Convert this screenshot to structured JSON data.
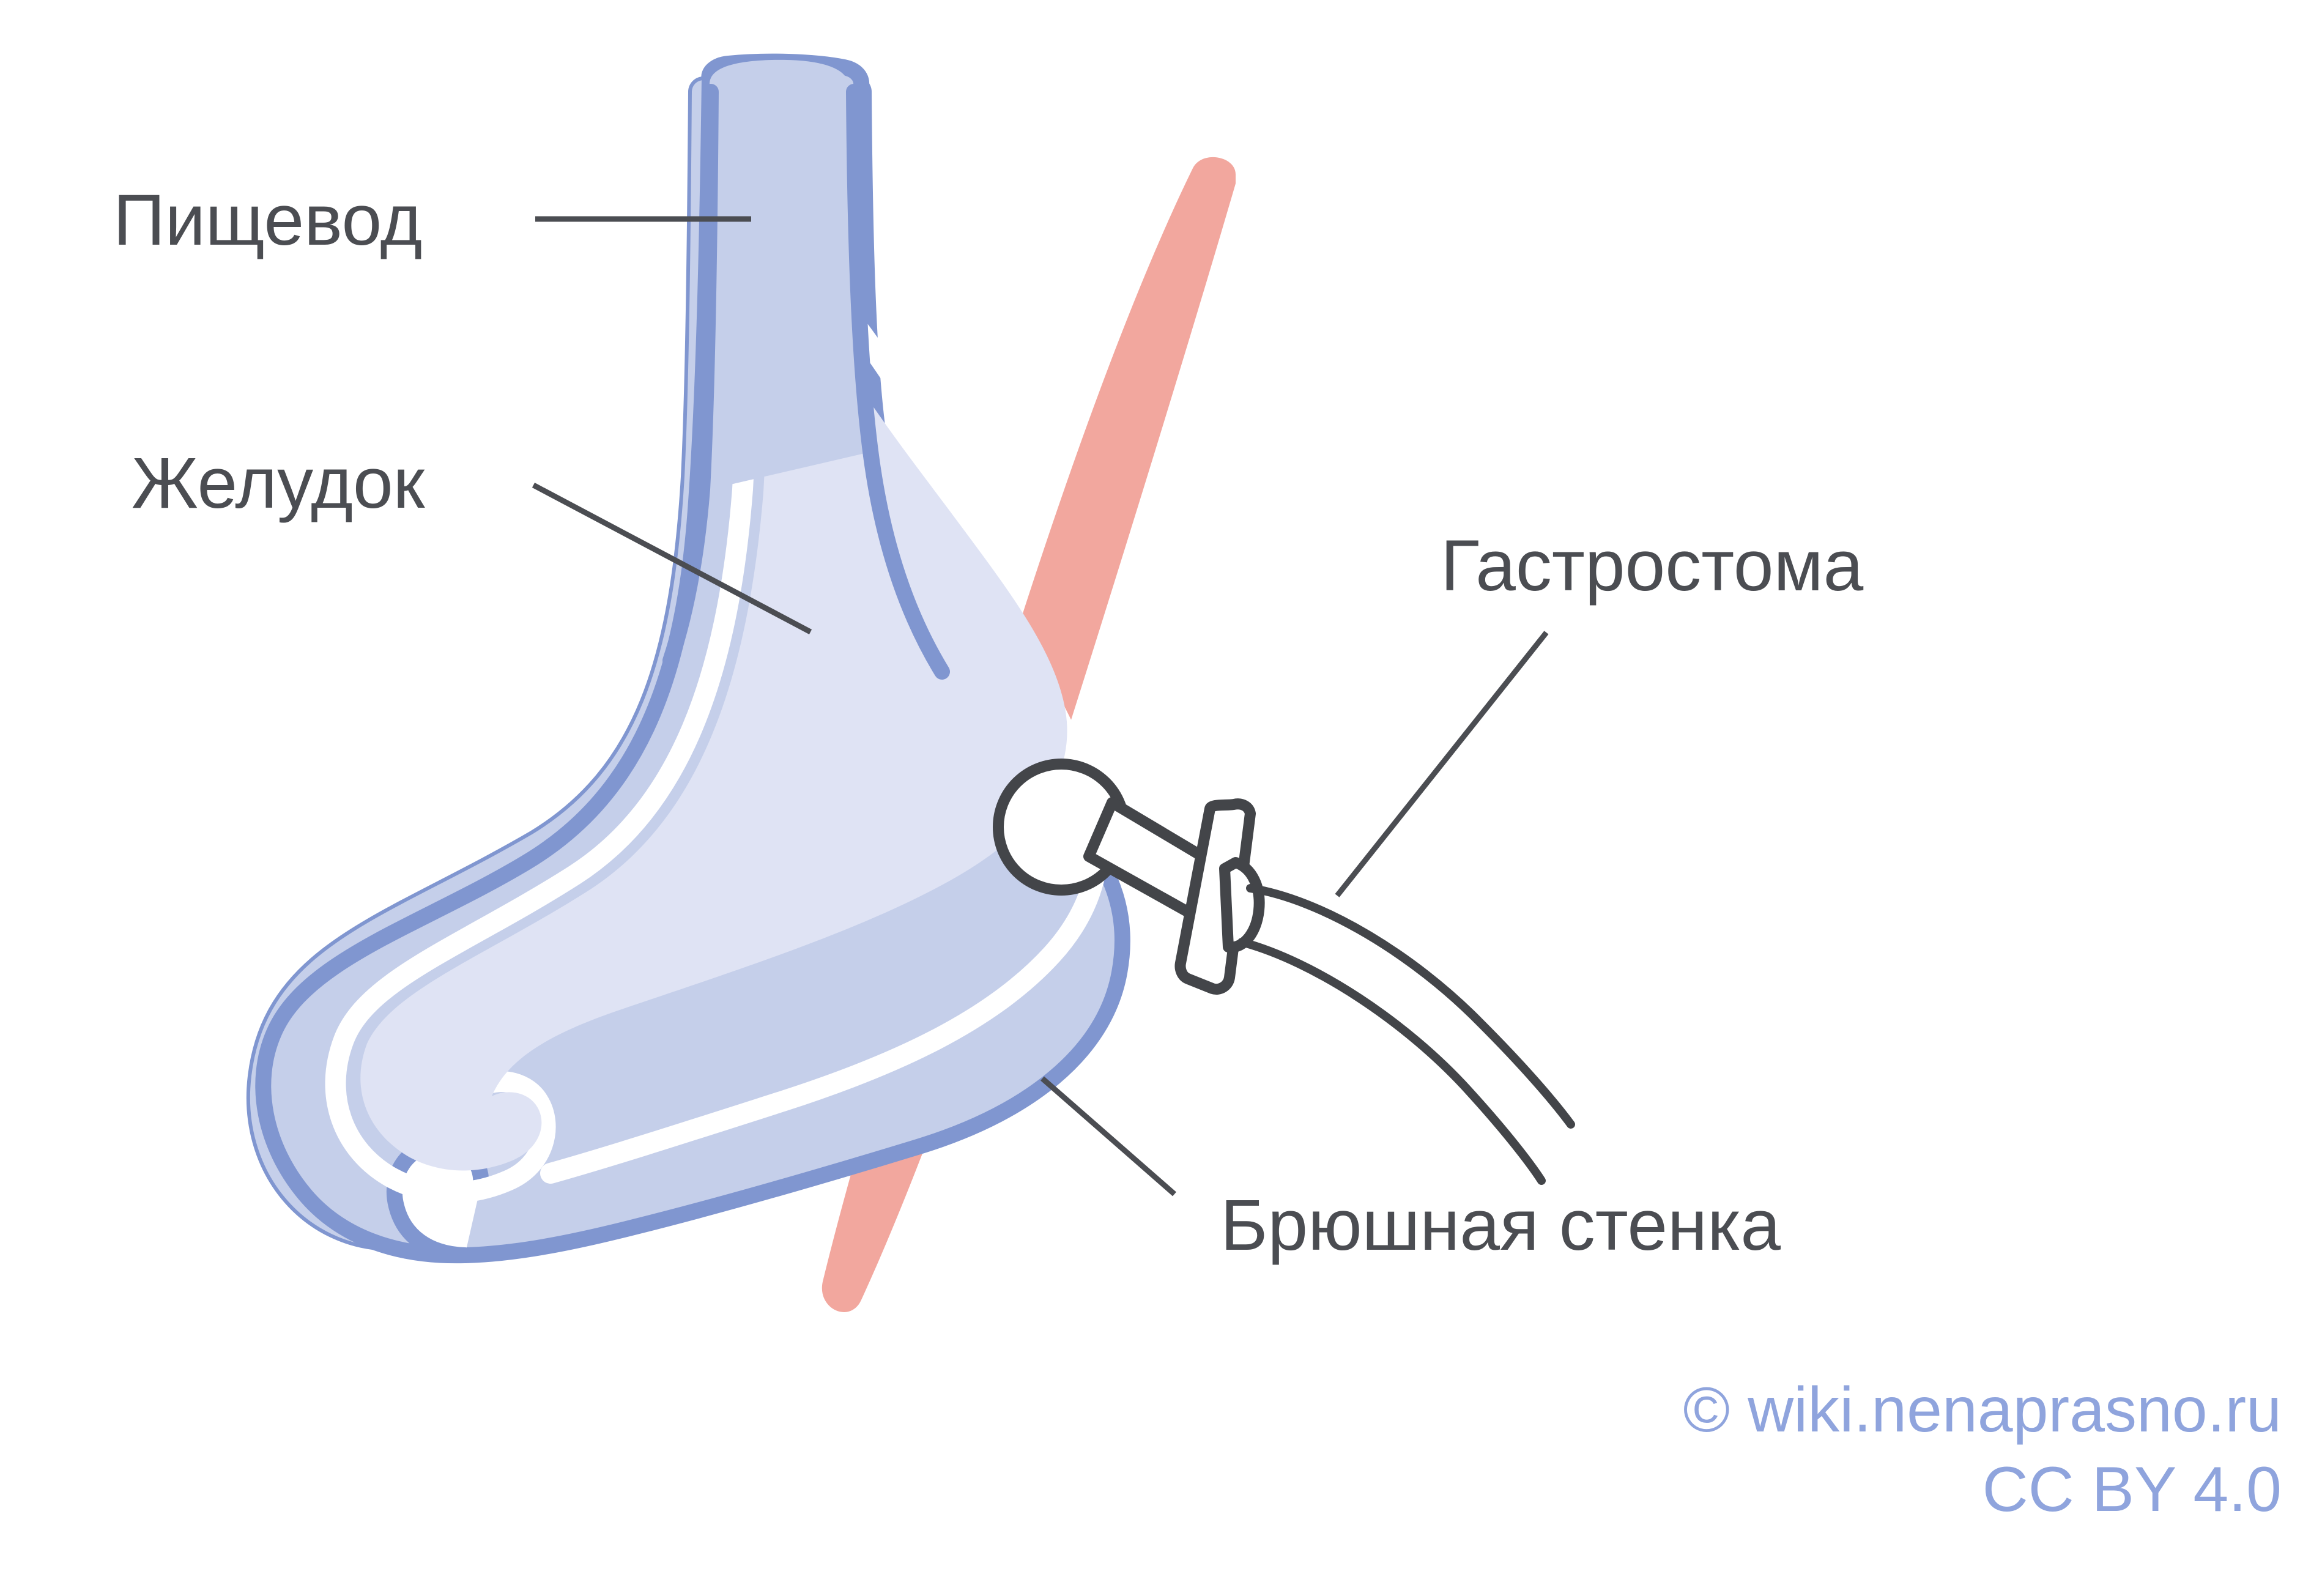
{
  "figure": {
    "title": "Гастростома",
    "background_color": "#ffffff"
  },
  "labels": {
    "esophagus": "Пищевод",
    "stomach": "Желудок",
    "gastrostomy": "Гастростома",
    "abdominal_wall": "Брюшная стенка"
  },
  "credit": {
    "line1": "© wiki.nenaprasno.ru",
    "line2": "CC BY 4.0"
  },
  "colors": {
    "organ_outline": "#8096d0",
    "organ_wall_fill": "#c5cfea",
    "organ_lumen_fill": "#dfe3f4",
    "organ_lining": "#ffffff",
    "abdominal_wall": "#f2a79e",
    "label_text": "#4b4d52",
    "credit_text": "#8fa4dd",
    "device_outline": "#434549",
    "device_fill": "#ffffff"
  },
  "parts": {
    "esophagus_name": "esophagus-tube",
    "stomach_name": "stomach-body",
    "duodenum_name": "duodenum-curl",
    "abdominal_wall_name": "abdominal-wall-band",
    "balloon_name": "gastrostomy-balloon",
    "shaft_name": "gastrostomy-shaft",
    "flange_name": "gastrostomy-external-flange",
    "feeding_tube_name": "gastrostomy-feeding-tube"
  }
}
